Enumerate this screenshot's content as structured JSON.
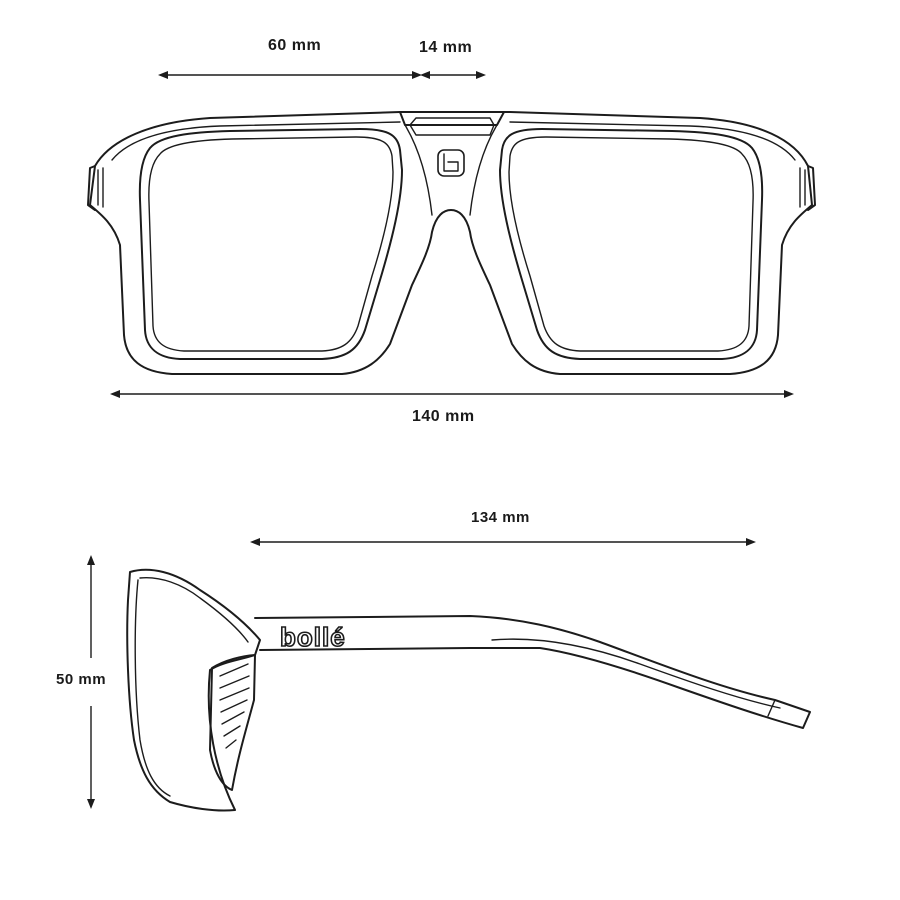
{
  "dimensions": {
    "lens_width": "60 mm",
    "bridge_width": "14 mm",
    "frame_width": "140 mm",
    "temple_length": "134 mm",
    "lens_height": "50 mm"
  },
  "brand": {
    "name": "bollé",
    "front_mark": "b"
  },
  "colors": {
    "line": "#1c1c1c",
    "background": "#ffffff"
  }
}
